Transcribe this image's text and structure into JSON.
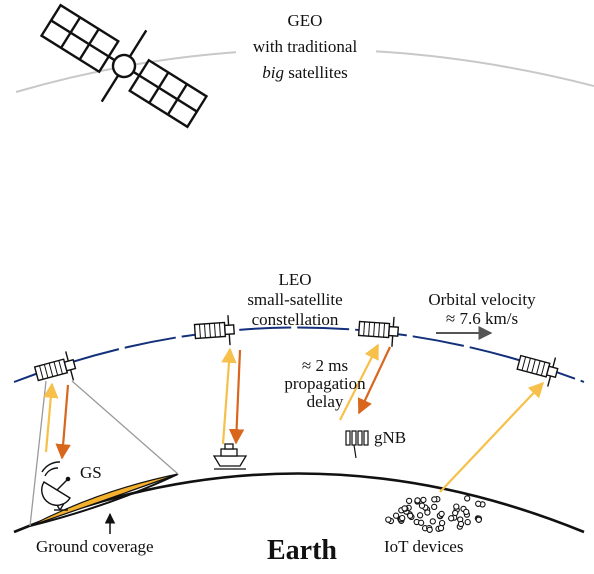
{
  "geo_label": {
    "line1": "GEO",
    "line2": "with traditional",
    "line3_em": "big",
    "line3_rest": " satellites"
  },
  "leo_label": {
    "line1": "LEO",
    "line2": "small-satellite",
    "line3": "constellation"
  },
  "orbital_velocity": {
    "line1": "Orbital velocity",
    "line2": "≈ 7.6 km/s"
  },
  "delay_label": {
    "line1": "≈ 2 ms",
    "line2": "propagation",
    "line3": "delay"
  },
  "gs_label": "GS",
  "gnb_label": "gNB",
  "ground_coverage_label": "Ground coverage",
  "earth_label": "Earth",
  "iot_label": "IoT devices",
  "colors": {
    "geo_orbit": "#c8c8c8",
    "leo_orbit": "#13307a",
    "uplink": "#f7c04a",
    "downlink": "#d8661c",
    "coverage_fill": "#f4b12e",
    "velocity_arrow": "#555555"
  }
}
